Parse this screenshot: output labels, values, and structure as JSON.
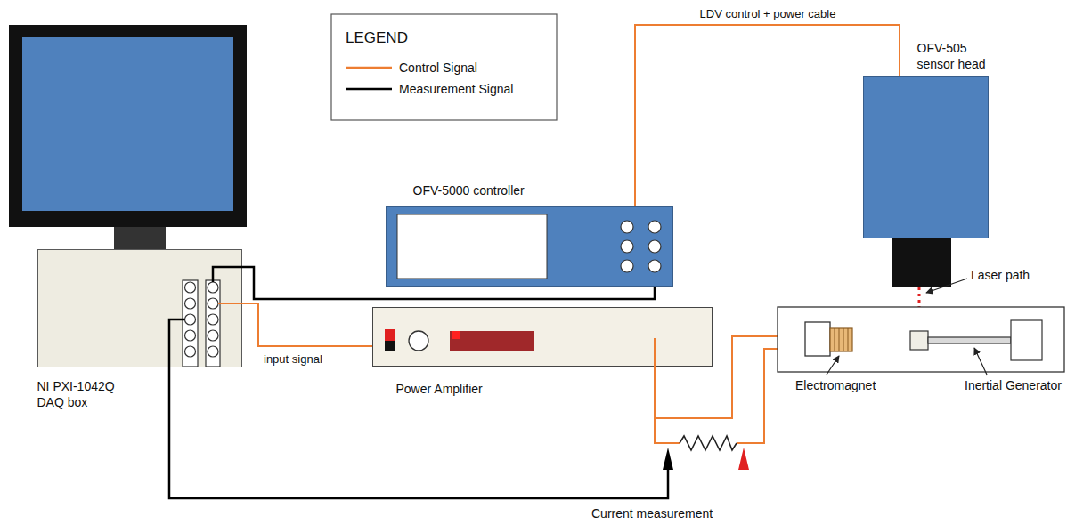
{
  "diagram": {
    "nodes": [
      {
        "text": [
          "NI PXI-1042Q DAQ box"
        ]
      },
      {
        "text": [
          "OFV-5000 controller"
        ]
      },
      {
        "text": [
          "OFV-505 sensor head"
        ]
      },
      {
        "text": [
          "Power Amplifier"
        ]
      }
    ],
    "edges": [
      {
        "from": 0,
        "to": 1,
        "arrow": "none"
      },
      {
        "from": 0,
        "to": 3,
        "label": "input signal",
        "arrow": "none"
      },
      {
        "from": 1,
        "to": 2,
        "label": "LDV control + power cable",
        "arrow": "none"
      }
    ],
    "labels": [
      "LEGEND",
      "Laser path",
      "Electromagnet",
      "Inertial Generator",
      "Current measurement"
    ],
    "legend": [
      {
        "text": "Control Signal"
      },
      {
        "text": "Measurement Signal"
      }
    ]
  }
}
